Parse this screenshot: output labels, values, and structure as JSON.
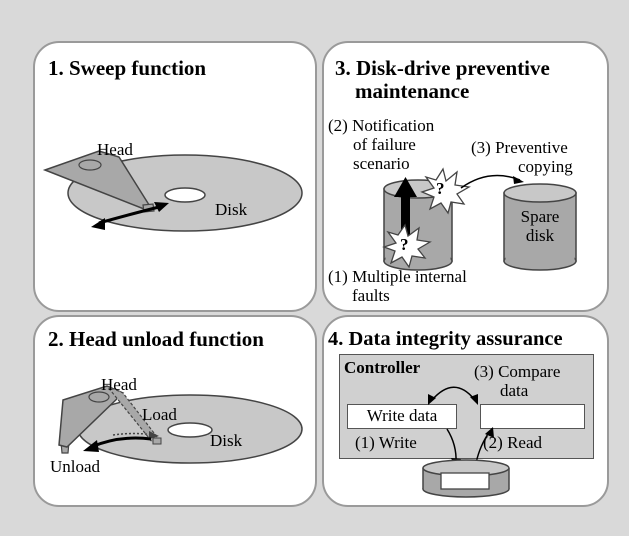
{
  "panels": {
    "sweep": {
      "title": "1. Sweep function",
      "head_label": "Head",
      "disk_label": "Disk"
    },
    "head_unload": {
      "title": "2. Head unload function",
      "head_label": "Head",
      "load_label": "Load",
      "disk_label": "Disk",
      "unload_label": "Unload"
    },
    "preventive": {
      "title_line1": "3. Disk-drive preventive",
      "title_line2": "maintenance",
      "notification_line1": "(2) Notification",
      "notification_line2": "of failure",
      "notification_line3": "scenario",
      "copy_line1": "(3) Preventive",
      "copy_line2": "copying",
      "spare_line1": "Spare",
      "spare_line2": "disk",
      "fault_mark": "?",
      "faults_line1": "(1) Multiple internal",
      "faults_line2": "faults"
    },
    "integrity": {
      "title": "4. Data integrity assurance",
      "controller_label": "Controller",
      "compare_line1": "(3) Compare",
      "compare_line2": "data",
      "write_data_label": "Write data",
      "write_label": "(1) Write",
      "read_label": "(2) Read"
    }
  },
  "colors": {
    "background": "#d9d9d9",
    "panel_border": "#9a9a9a",
    "disk_gray": "#c8c8c8",
    "cylinder_gray": "#a8a8a8",
    "controller_gray": "#d0d0d0"
  }
}
